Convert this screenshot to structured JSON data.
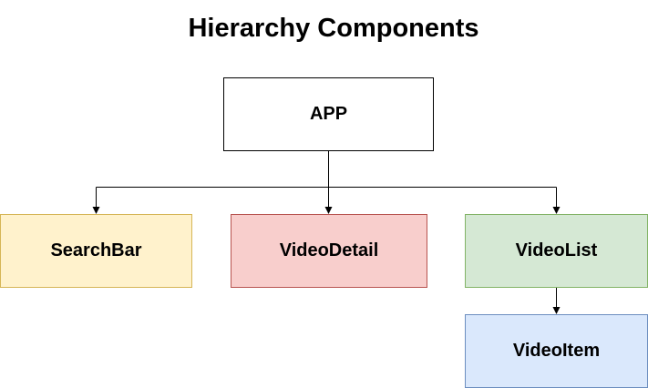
{
  "title": "Hierarchy Components",
  "nodes": {
    "app": {
      "label": "APP",
      "fill": "#ffffff",
      "stroke": "#000000"
    },
    "searchbar": {
      "label": "SearchBar",
      "fill": "#fff2cc",
      "stroke": "#d6b656"
    },
    "videodetail": {
      "label": "VideoDetail",
      "fill": "#f8cecc",
      "stroke": "#b85450"
    },
    "videolist": {
      "label": "VideoList",
      "fill": "#d5e8d4",
      "stroke": "#82b366"
    },
    "videoitem": {
      "label": "VideoItem",
      "fill": "#dae8fc",
      "stroke": "#6c8ebf"
    }
  },
  "edges": [
    {
      "from": "APP",
      "to": "SearchBar"
    },
    {
      "from": "APP",
      "to": "VideoDetail"
    },
    {
      "from": "APP",
      "to": "VideoList"
    },
    {
      "from": "VideoList",
      "to": "VideoItem"
    }
  ],
  "edge_color": "#000000"
}
